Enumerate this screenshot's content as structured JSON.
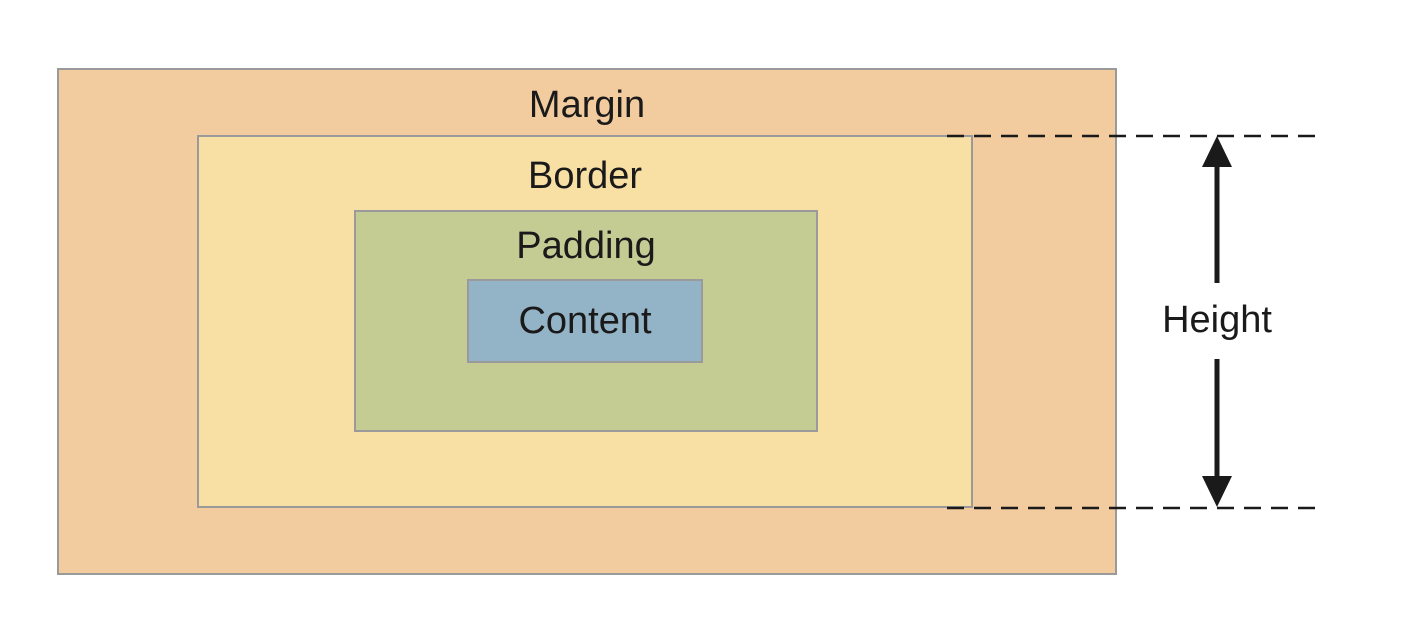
{
  "diagram": {
    "type": "css-box-model",
    "boxes": {
      "margin": {
        "label": "Margin",
        "fill": "#f2cb9e"
      },
      "border": {
        "label": "Border",
        "fill": "#f8e0a4"
      },
      "padding": {
        "label": "Padding",
        "fill": "#c5cc93"
      },
      "content": {
        "label": "Content",
        "fill": "#93b4c6"
      }
    },
    "annotation": {
      "label": "Height"
    },
    "colors": {
      "box_stroke": "#9a9a9a",
      "line": "#1a1a1a",
      "text": "#1a1a1a",
      "background": "#ffffff"
    }
  }
}
